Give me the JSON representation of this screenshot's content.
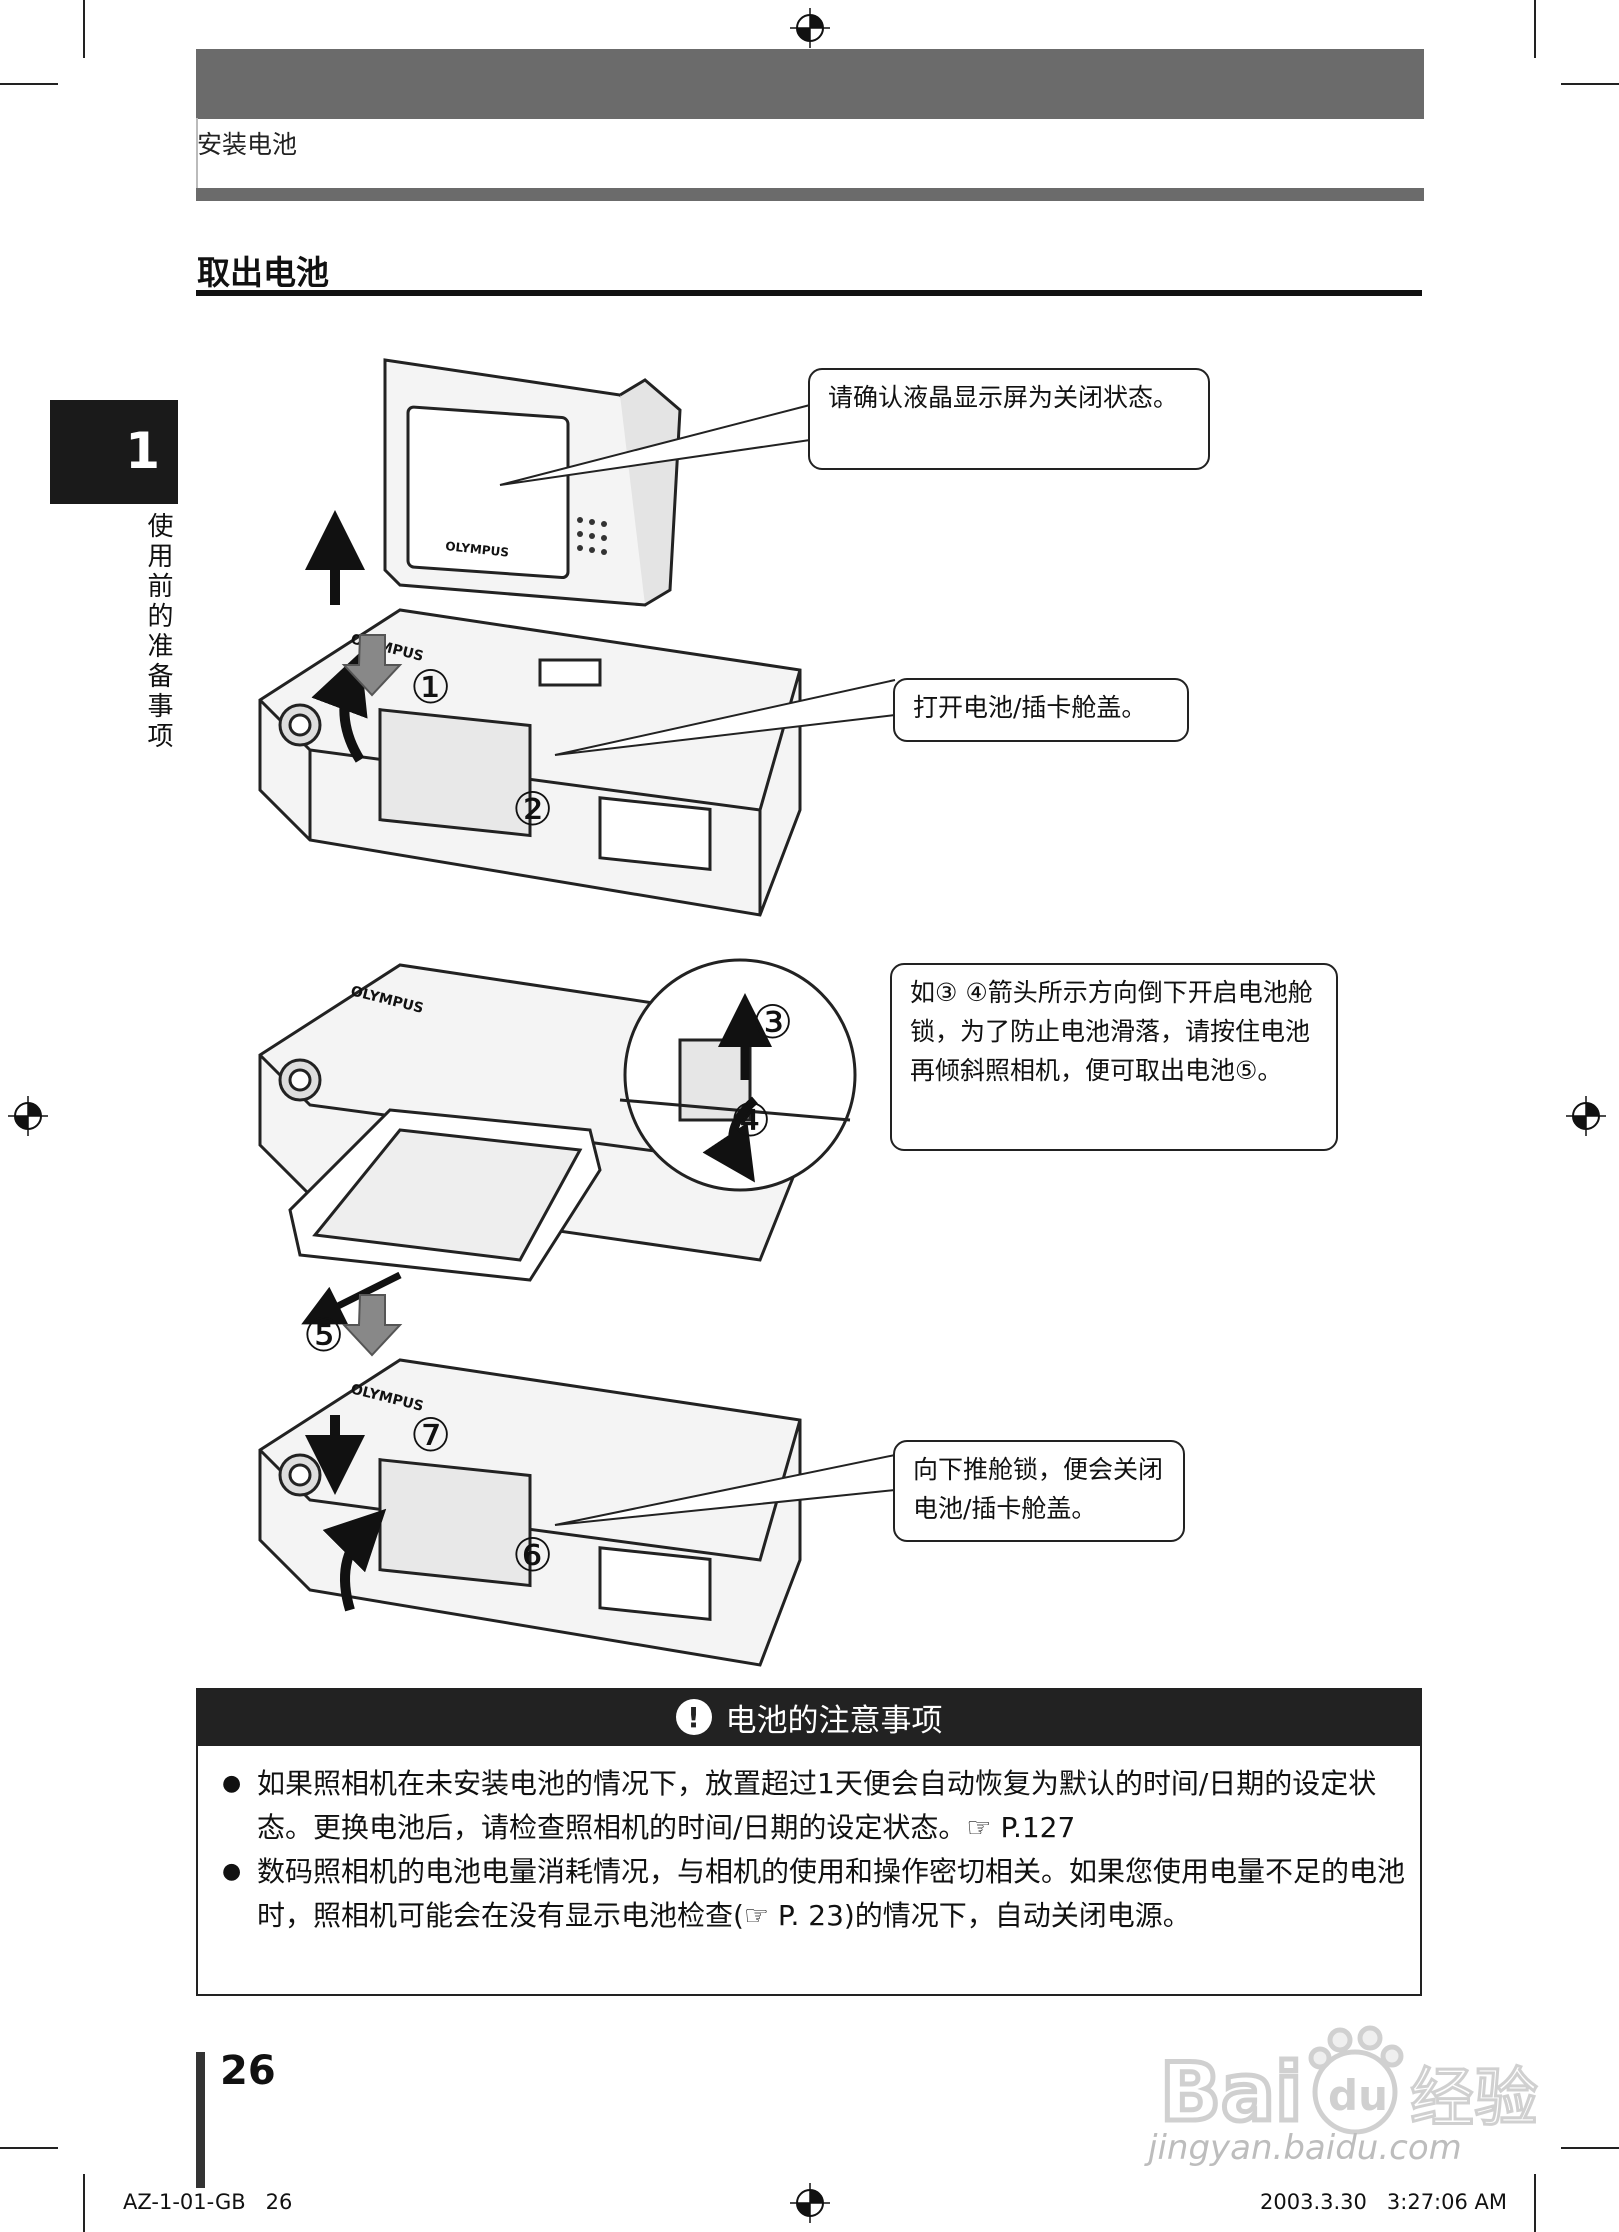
{
  "header": {
    "running_title": "安装电池"
  },
  "section": {
    "title": "取出电池"
  },
  "chapter": {
    "number": "1",
    "title": "使用前的准备事项"
  },
  "illustration": {
    "brand": "OLYMPUS",
    "step_labels": [
      "①",
      "②",
      "③",
      "④",
      "⑤",
      "⑥",
      "⑦"
    ],
    "callouts": [
      "请确认液晶显示屏为关闭状态。",
      "打开电池/插卡舱盖。",
      "如③ ④箭头所示方向倒下开启电池舱锁，为了防止电池滑落，请按住电池再倾斜照相机，便可取出电池⑤。",
      "向下推舱锁，便会关闭电池/插卡舱盖。"
    ]
  },
  "caution": {
    "title": "电池的注意事项",
    "items": [
      "如果照相机在未安装电池的情况下，放置超过1天便会自动恢复为默认的时间/日期的设定状态。更换电池后，请检查照相机的时间/日期的设定状态。☞ P.127",
      "数码照相机的电池电量消耗情况，与相机的使用和操作密切相关。如果您使用电量不足的电池时，照相机可能会在没有显示电池检查(☞ P. 23)的情况下，自动关闭电源。"
    ]
  },
  "page_number": "26",
  "footer": {
    "left": "AZ-1-01-GB   26",
    "right": "2003.3.30   3:27:06 AM"
  },
  "watermark": {
    "text": "jingyan.baidu.com"
  }
}
